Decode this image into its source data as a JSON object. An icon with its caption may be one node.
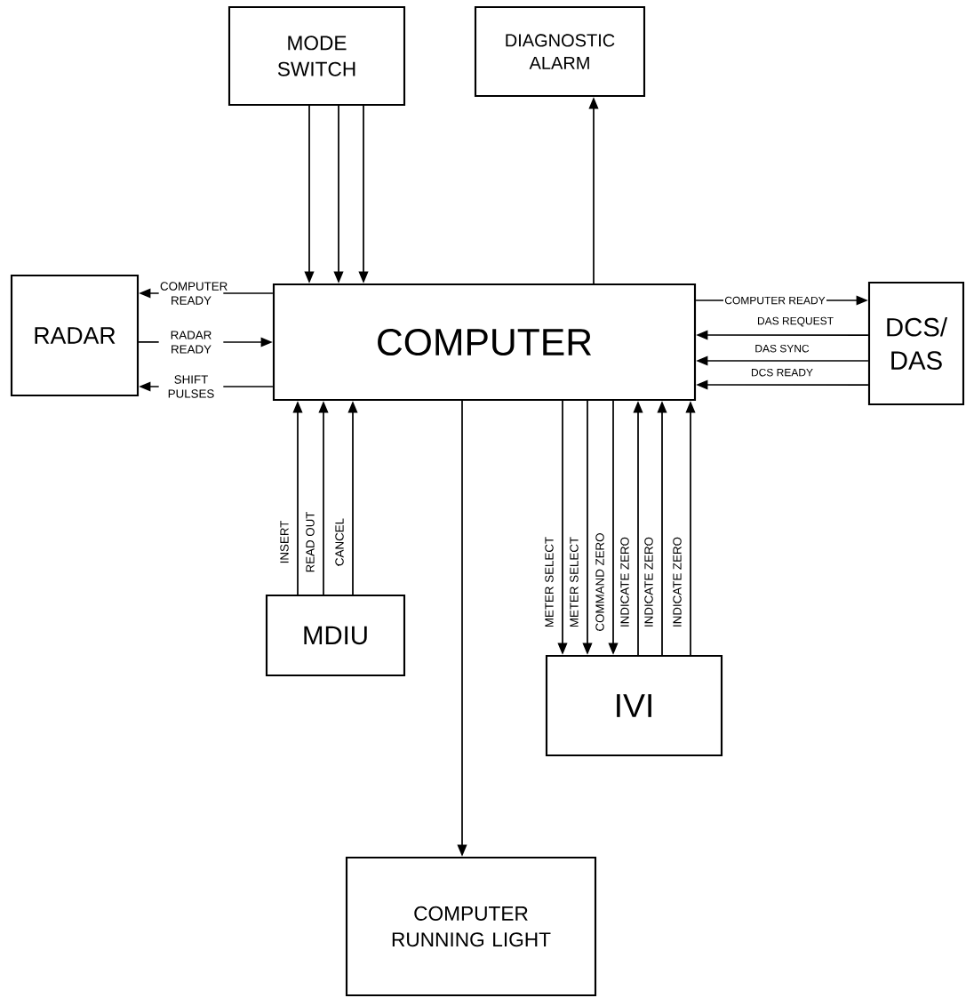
{
  "diagram": {
    "nodes": [
      {
        "text": [
          "MODE SWITCH"
        ]
      },
      {
        "text": [
          "DIAGNOSTIC ALARM"
        ]
      },
      {
        "text": [
          "RADAR"
        ]
      },
      {
        "text": [
          "COMPUTER"
        ]
      },
      {
        "text": [
          "DCS/ DAS"
        ]
      },
      {
        "text": [
          "MDIU"
        ]
      },
      {
        "text": [
          "IVI"
        ]
      },
      {
        "text": [
          "COMPUTER RUNNING LIGHT"
        ]
      }
    ],
    "edges": [
      {
        "from": 0,
        "to": 3,
        "arrow": "to"
      },
      {
        "from": 0,
        "to": 3,
        "arrow": "to"
      },
      {
        "from": 0,
        "to": 3,
        "arrow": "to"
      },
      {
        "from": 3,
        "to": 1,
        "arrow": "to"
      },
      {
        "from": 3,
        "to": 2,
        "arrow": "to",
        "label": "COMPUTER READY"
      },
      {
        "from": 2,
        "to": 3,
        "arrow": "to",
        "label": "RADAR READY"
      },
      {
        "from": 3,
        "to": 2,
        "arrow": "to",
        "label": "SHIFT PULSES"
      },
      {
        "from": 3,
        "to": 4,
        "arrow": "to",
        "label": "COMPUTER READY"
      },
      {
        "from": 4,
        "to": 3,
        "arrow": "to",
        "label": "DAS REQUEST"
      },
      {
        "from": 4,
        "to": 3,
        "arrow": "to",
        "label": "DAS SYNC"
      },
      {
        "from": 4,
        "to": 3,
        "arrow": "to",
        "label": "DCS READY"
      },
      {
        "from": 5,
        "to": 3,
        "arrow": "to",
        "label": "INSERT"
      },
      {
        "from": 5,
        "to": 3,
        "arrow": "to",
        "label": "READ OUT"
      },
      {
        "from": 5,
        "to": 3,
        "arrow": "to",
        "label": "CANCEL"
      },
      {
        "from": 3,
        "to": 6,
        "arrow": "to",
        "label": "METER SELECT"
      },
      {
        "from": 3,
        "to": 6,
        "arrow": "to",
        "label": "METER SELECT"
      },
      {
        "from": 3,
        "to": 6,
        "arrow": "to",
        "label": "COMMAND ZERO"
      },
      {
        "from": 6,
        "to": 3,
        "arrow": "to",
        "label": "INDICATE ZERO"
      },
      {
        "from": 6,
        "to": 3,
        "arrow": "to",
        "label": "INDICATE ZERO"
      },
      {
        "from": 6,
        "to": 3,
        "arrow": "to",
        "label": "INDICATE ZERO"
      },
      {
        "from": 3,
        "to": 7,
        "arrow": "to"
      }
    ]
  }
}
